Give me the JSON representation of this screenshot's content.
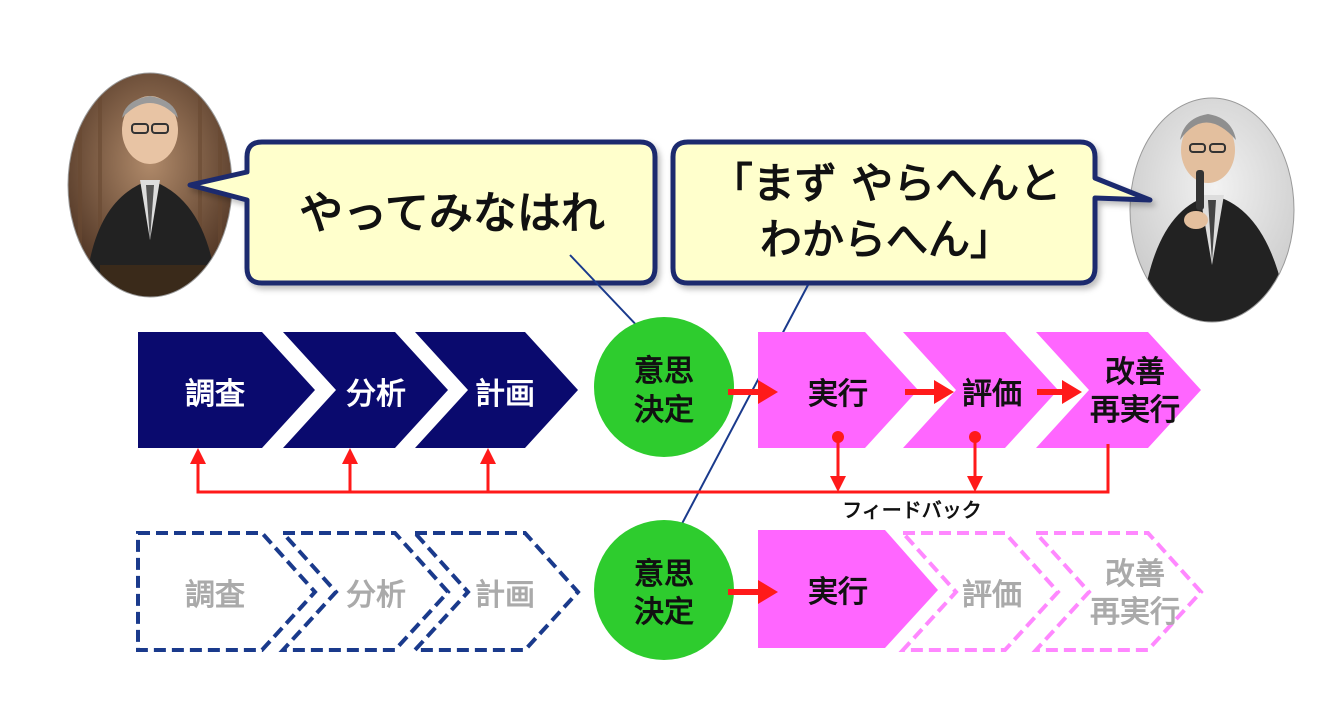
{
  "bubbles": {
    "left_text": "やってみなはれ",
    "right_line1": "「まず やらへんと",
    "right_line2": "わからへん」"
  },
  "top_row": {
    "research": "調査",
    "analysis": "分析",
    "plan": "計画",
    "decision_line1": "意思",
    "decision_line2": "決定",
    "execute": "実行",
    "evaluate": "評価",
    "improve_line1": "改善",
    "improve_line2": "再実行"
  },
  "feedback_label": "フィードバック",
  "bottom_row": {
    "research": "調査",
    "analysis": "分析",
    "plan": "計画",
    "decision_line1": "意思",
    "decision_line2": "決定",
    "execute": "実行",
    "evaluate": "評価",
    "improve_line1": "改善",
    "improve_line2": "再実行"
  },
  "colors": {
    "navy": "#0a0a6e",
    "magenta": "#ff66ff",
    "green": "#2ecc2e",
    "red": "#ff1a1a",
    "bubble_fill": "#ffffcc",
    "bubble_border": "#1a2a6e",
    "dash_navy": "#1a3a8c",
    "dash_pink": "#ff88ff",
    "ghost_text": "#aaaaaa"
  }
}
